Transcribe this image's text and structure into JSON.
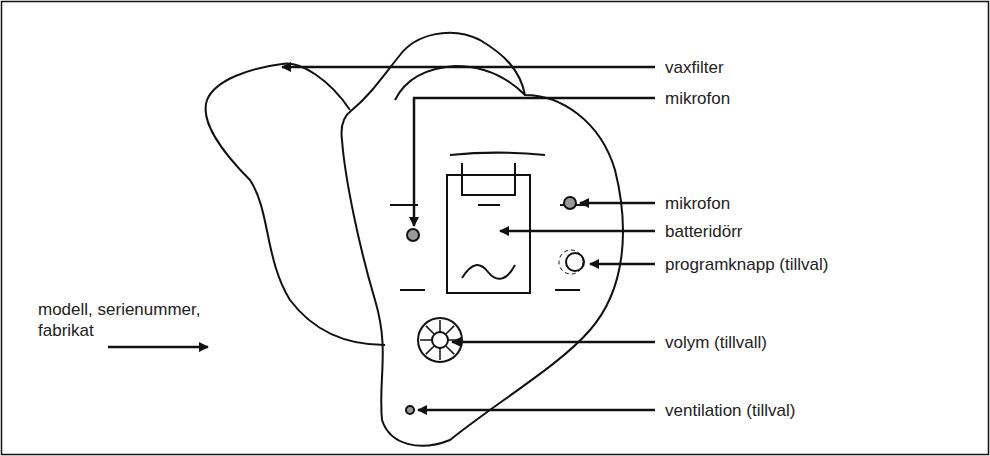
{
  "diagram": {
    "labels": [
      "vaxfilter",
      "mikrofon",
      "mikrofon",
      "batteridörr",
      "programknapp (tillval)",
      "volym (tillvall)",
      "ventilation (tillval)",
      "modell, serienummer, fabrikat"
    ]
  }
}
